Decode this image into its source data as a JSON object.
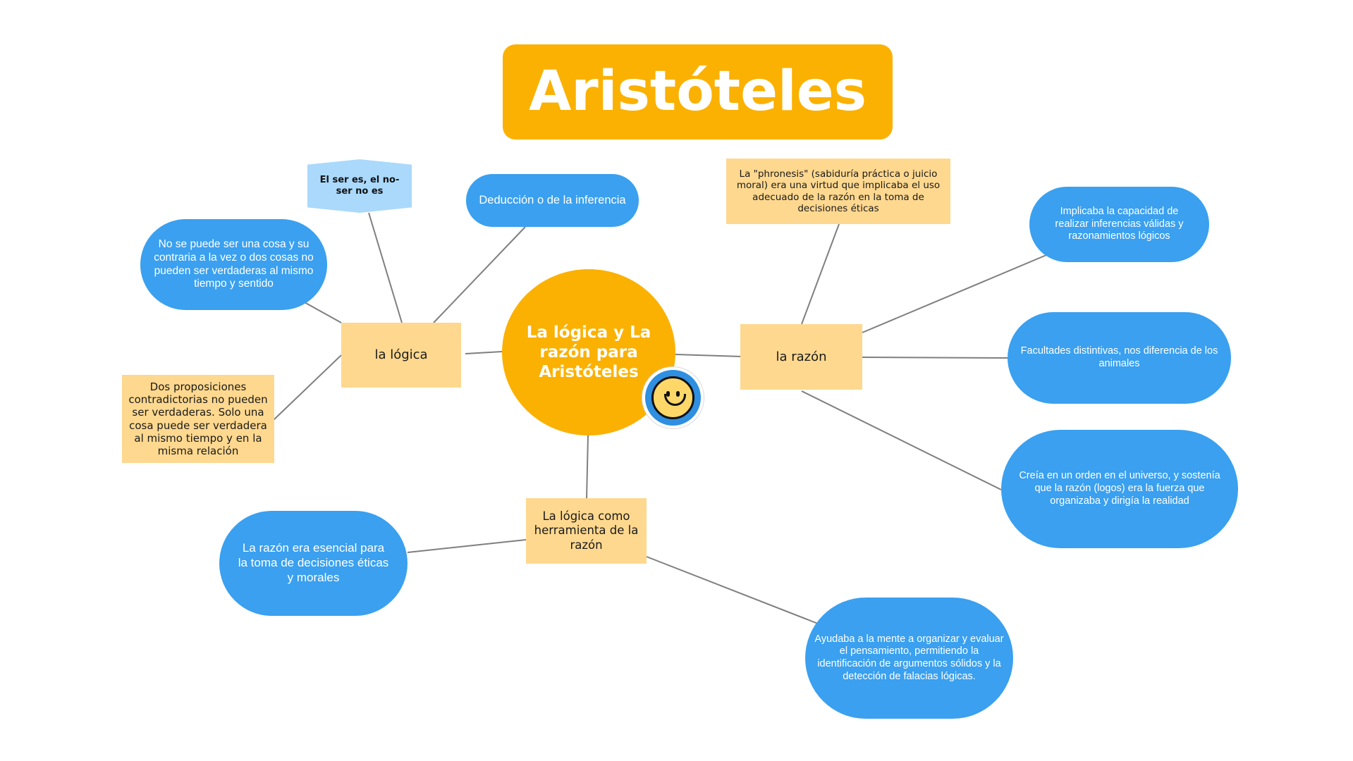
{
  "title": "Aristóteles",
  "center": "La lógica y La razón para Aristóteles",
  "branches": {
    "logica": {
      "label": "la lógica",
      "children": {
        "ser": "El ser es, el no-ser no es",
        "deduccion": "Deducción o de la inferencia",
        "contraria": "No se puede ser una cosa y su contraria a la vez o dos cosas no pueden ser verdaderas al mismo tiempo y sentido",
        "proposiciones": "Dos proposiciones contradictorias no pueden ser verdaderas. Solo una cosa puede ser verdadera al mismo tiempo y en la misma relación"
      }
    },
    "razon": {
      "label": "la razón",
      "children": {
        "phronesis": "La \"phronesis\" (sabiduría práctica o juicio moral) era una virtud que implicaba el uso adecuado de la razón en la toma de decisiones éticas",
        "inferencias": "Implicaba la capacidad de realizar inferencias válidas y razonamientos lógicos",
        "facultades": "Facultades distintivas, nos diferencia de los animales",
        "universo": "Creía en un orden en el universo, y sostenía que la razón (logos) era la fuerza que organizaba y dirigía la realidad"
      }
    },
    "herramienta": {
      "label": "La lógica como herramienta de la razón",
      "children": {
        "decisiones": "La razón era esencial para la toma de decisiones éticas y morales",
        "mente": "Ayudaba a la mente a organizar y evaluar el pensamiento, permitiendo la identificación de argumentos sólidos y la detección de falacias lógicas."
      }
    }
  },
  "icons": {
    "badge": "smiley-face-icon"
  },
  "colors": {
    "orange": "#fbb102",
    "note": "#fed88f",
    "blue": "#3aa0ef",
    "light_blue": "#aad9fb",
    "connector": "#7f7f7f"
  }
}
